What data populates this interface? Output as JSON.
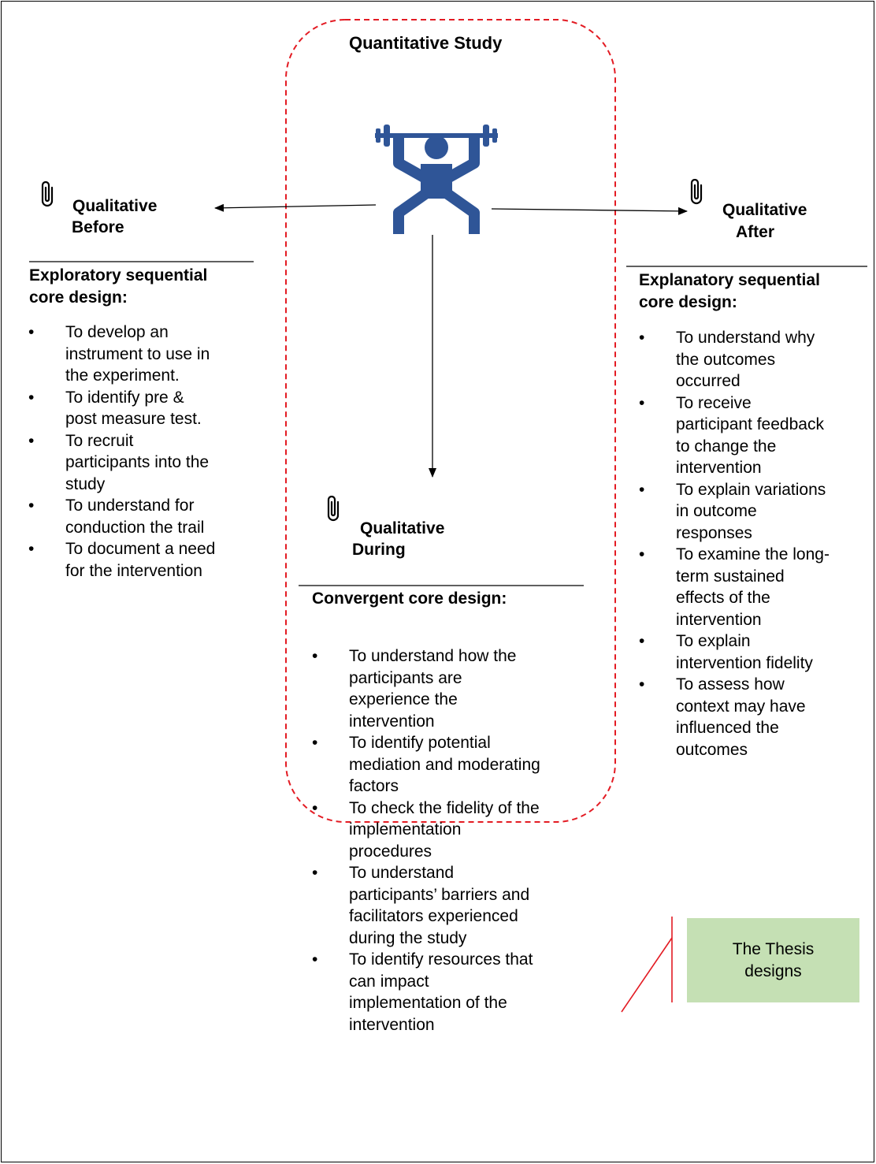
{
  "center": {
    "title": "Quantitative Study",
    "icon": "weightlifter-icon"
  },
  "before": {
    "icon": "paperclip-icon",
    "heading_line1": "Qualitative",
    "heading_line2": "Before",
    "section_title_line1": "Exploratory sequential",
    "section_title_line2": "core design:",
    "items": [
      [
        "To develop an",
        "instrument to use in",
        "the experiment."
      ],
      [
        "To identify pre &",
        "post measure test."
      ],
      [
        "To recruit",
        "participants into the",
        "study"
      ],
      [
        "To understand for",
        "conduction the trail"
      ],
      [
        "To document a need",
        "for the intervention"
      ]
    ]
  },
  "after": {
    "icon": "paperclip-icon",
    "heading_line1": "Qualitative",
    "heading_line2": "After",
    "section_title_line1": "Explanatory sequential",
    "section_title_line2": "core design:",
    "items": [
      [
        "To understand why",
        "the outcomes",
        "occurred"
      ],
      [
        "To receive",
        "participant feedback",
        "to change the",
        "intervention"
      ],
      [
        "To explain variations",
        "in outcome",
        "responses"
      ],
      [
        "To examine the long-",
        "term sustained",
        "effects of the",
        "intervention"
      ],
      [
        "To explain",
        "intervention fidelity"
      ],
      [
        "To assess how",
        "context may have",
        "influenced the",
        "outcomes"
      ]
    ]
  },
  "during": {
    "icon": "paperclip-icon",
    "heading_line1": "Qualitative",
    "heading_line2": "During",
    "section_title": "Convergent core design:",
    "items": [
      [
        "To understand how the",
        "participants are",
        "experience the",
        "intervention"
      ],
      [
        "To identify potential",
        "mediation and moderating",
        "factors"
      ],
      [
        "To check the fidelity of the",
        "implementation",
        "procedures"
      ],
      [
        "To understand",
        "participants’ barriers and",
        "facilitators experienced",
        "during the study"
      ],
      [
        "To identify resources that",
        "can impact",
        "implementation of the",
        "intervention"
      ]
    ]
  },
  "callout": {
    "line1": "The Thesis",
    "line2": "designs"
  },
  "colors": {
    "dashed_border": "#e31b23",
    "icon_blue": "#2f5597",
    "callout_fill": "#c5e0b4",
    "callout_line": "#e31b23"
  }
}
